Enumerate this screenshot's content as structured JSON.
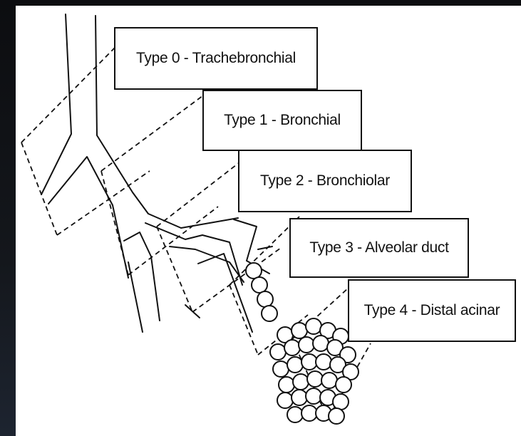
{
  "labels": {
    "type0": "Type 0 - Trachebronchial",
    "type1": "Type 1 - Bronchial",
    "type2": "Type 2 - Bronchiolar",
    "type3": "Type 3 - Alveolar duct",
    "type4": "Type 4 - Distal acinar"
  },
  "colors": {
    "line": "#111111",
    "background": "#ffffff",
    "frame": "#0c0d10"
  }
}
